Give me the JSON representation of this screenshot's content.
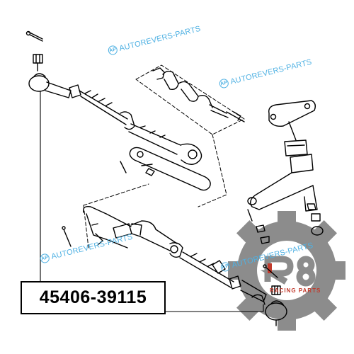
{
  "part_number": "45406-39115",
  "watermark_text": "AUTOREVERS-PARTS",
  "watermark_logo": "AP",
  "brand_logo": {
    "name": "R8",
    "tagline": "RACING PARTS",
    "icon": "gear-icon"
  },
  "colors": {
    "watermark": "#4fb1e3",
    "gear": "#8c8c8c",
    "brand_red": "#c23a2c",
    "line_art": "#000000"
  }
}
